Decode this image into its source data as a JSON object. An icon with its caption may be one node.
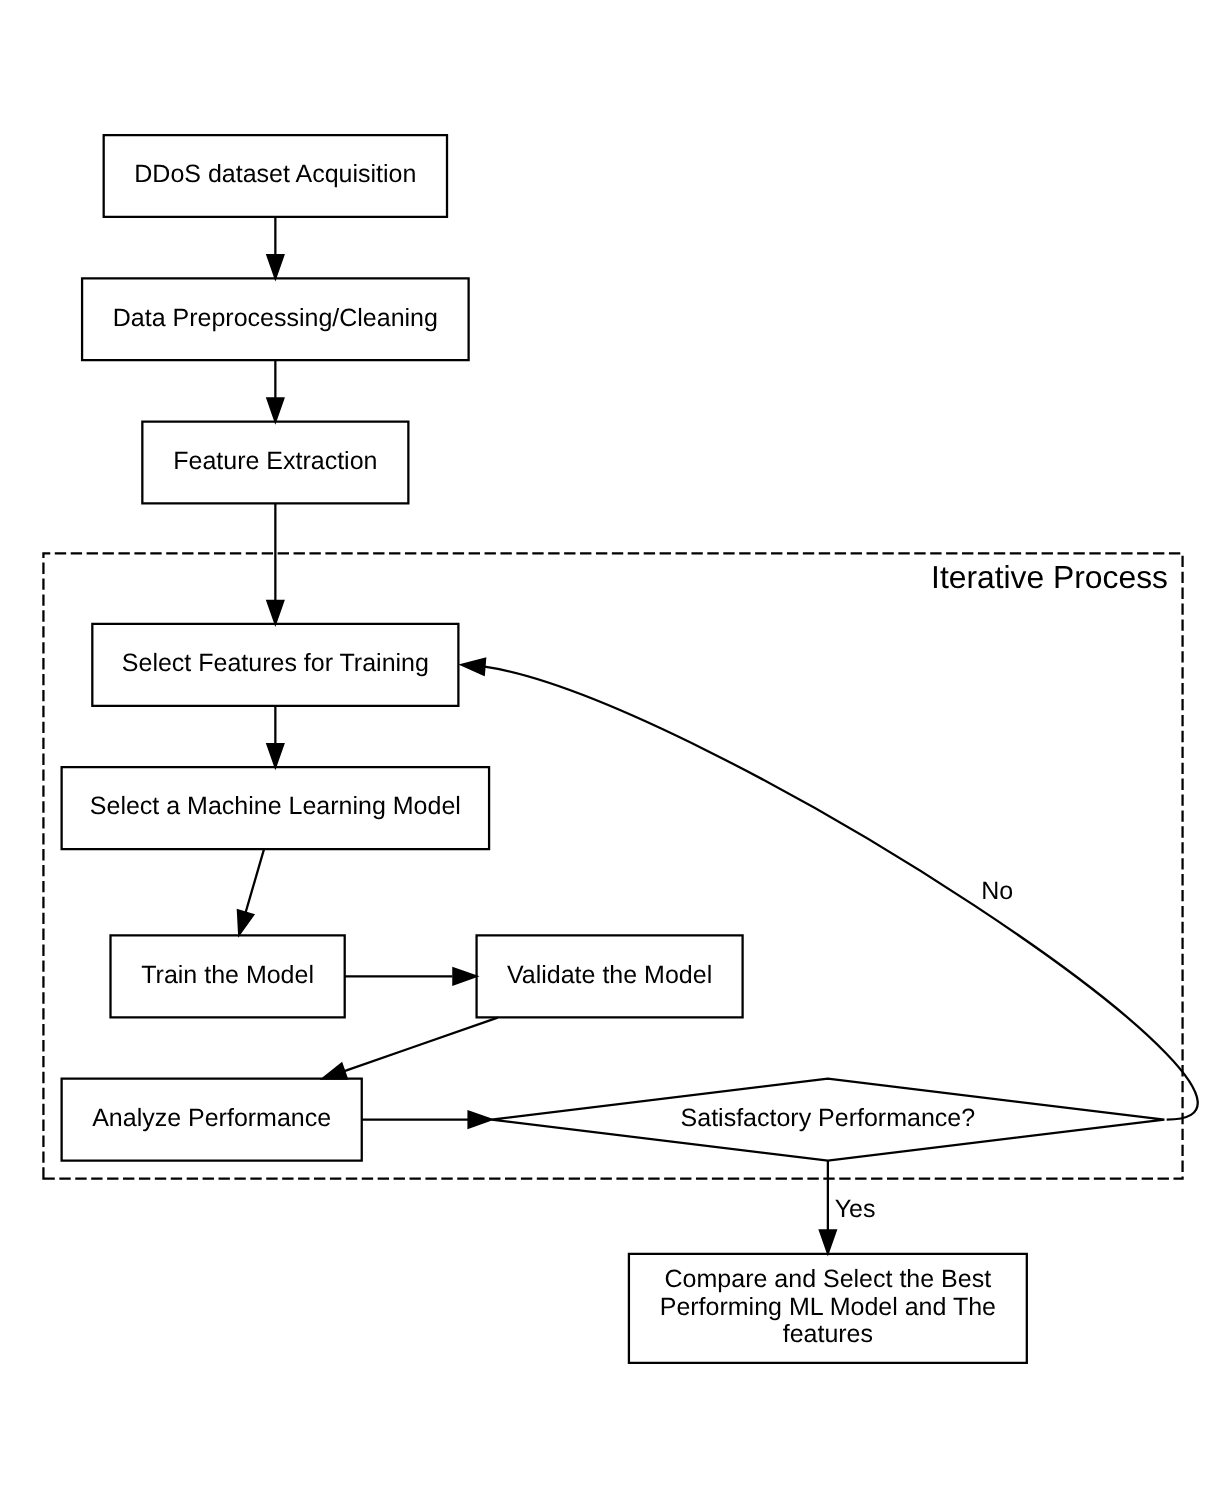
{
  "diagram": {
    "nodes": [
      {
        "text": [
          "DDoS dataset Acquisition"
        ]
      },
      {
        "text": [
          "Data Preprocessing/Cleaning"
        ]
      },
      {
        "text": [
          "Feature Extraction"
        ]
      },
      {
        "text": [
          "Iterative Process"
        ]
      },
      {
        "text": [
          "Select Features for Training"
        ],
        "in": 3
      },
      {
        "text": [
          "Select a Machine Learning Model"
        ],
        "in": 3
      },
      {
        "text": [
          "Train the Model"
        ],
        "in": 3
      },
      {
        "text": [
          "Validate the Model"
        ],
        "in": 3
      },
      {
        "text": [
          "Analyze Performance"
        ],
        "in": 3
      },
      {
        "text": [
          "Satisfactory Performance?"
        ],
        "in": 3
      },
      {
        "text": [
          "Compare and Select the Best Performing ML Model and The features"
        ]
      }
    ],
    "edges": [
      {
        "from": 0,
        "to": 1,
        "arrow": "to"
      },
      {
        "from": 1,
        "to": 2,
        "arrow": "to"
      },
      {
        "from": 2,
        "to": 4,
        "arrow": "to"
      },
      {
        "from": 4,
        "to": 5,
        "arrow": "to"
      },
      {
        "from": 5,
        "to": 6,
        "arrow": "to"
      },
      {
        "from": 6,
        "to": 7,
        "arrow": "to"
      },
      {
        "from": 7,
        "to": 8,
        "arrow": "to"
      },
      {
        "from": 8,
        "to": 9,
        "arrow": "to"
      },
      {
        "from": 9,
        "to": 4,
        "arrow": "to",
        "label": "No"
      },
      {
        "from": 9,
        "to": 10,
        "arrow": "to",
        "label": "Yes"
      }
    ]
  }
}
